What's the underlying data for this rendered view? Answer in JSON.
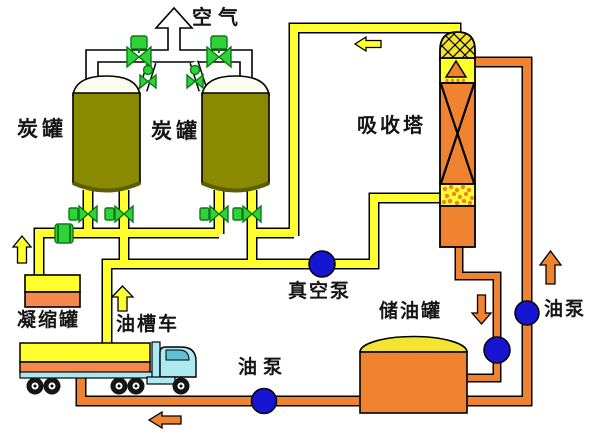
{
  "diagram": {
    "background": "#ffffff",
    "labels": {
      "air": "空气",
      "carbon_tank_1": "炭罐",
      "carbon_tank_2": "炭罐",
      "absorption_tower": "吸收塔",
      "vacuum_pump": "真空泵",
      "condensation_tank": "凝缩罐",
      "tank_truck": "油槽车",
      "oil_pump_truck": "油泵",
      "storage_tank": "储油罐",
      "oil_pump_tower": "油泵"
    },
    "colors": {
      "background": "#ffffff",
      "pipe_yellow": "#ffff2e",
      "pipe_orange": "#ef8330",
      "orange_light": "#f5884e",
      "equipment_olive": "#8a8a00",
      "olive_dark": "#5e5e00",
      "dome_white": "#fbfbf0",
      "dome_yellow": "#f2e431",
      "valve_green": "#2ed33a",
      "valve_green_dark": "#0c7a12",
      "pump_blue": "#1515d2",
      "truck_cyan": "#ace9f0",
      "truck_cyan_dark": "#5fc0d4",
      "outline": "#000000",
      "text": "#151515"
    }
  }
}
